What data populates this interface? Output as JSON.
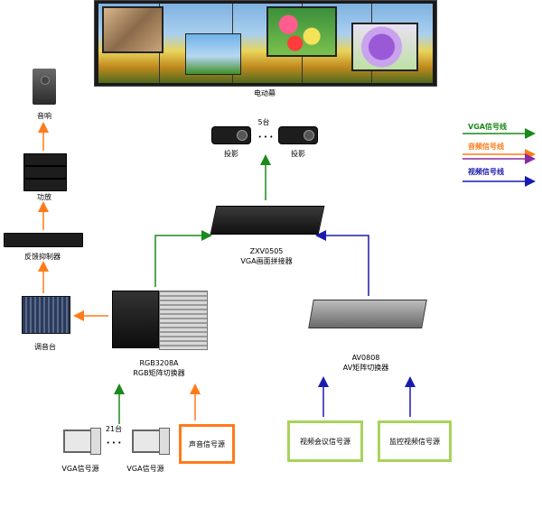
{
  "screen": {
    "label": "电动幕"
  },
  "projectors": {
    "count_label": "5台",
    "dots": "• • •",
    "left_label": "投影",
    "right_label": "投影"
  },
  "legend": [
    {
      "text": "VGA信号线",
      "color": "#1a8a1a"
    },
    {
      "text": "音频信号线",
      "color": "#ff7a1a"
    },
    {
      "text": "",
      "color": "#8a2aa0"
    },
    {
      "text": "视频信号线",
      "color": "#1a1ab0"
    }
  ],
  "audio_chain": {
    "speaker": "音响",
    "amplifier": "功放",
    "feedback": "反馈抑制器",
    "mixer": "调音台"
  },
  "splicer": {
    "model": "ZXV0505",
    "name": "VGA画面拼接器"
  },
  "rgb_matrix": {
    "model": "RGB3208A",
    "name": "RGB矩阵切换器"
  },
  "av_matrix": {
    "model": "AV0808",
    "name": "AV矩阵切换器"
  },
  "sources": {
    "count_label": "21台",
    "dots": "• • •",
    "vga_left": "VGA信号源",
    "vga_right": "VGA信号源",
    "audio": "声音信号源",
    "video_conf": "视频会议信号源",
    "monitor": "监控视频信号源"
  }
}
